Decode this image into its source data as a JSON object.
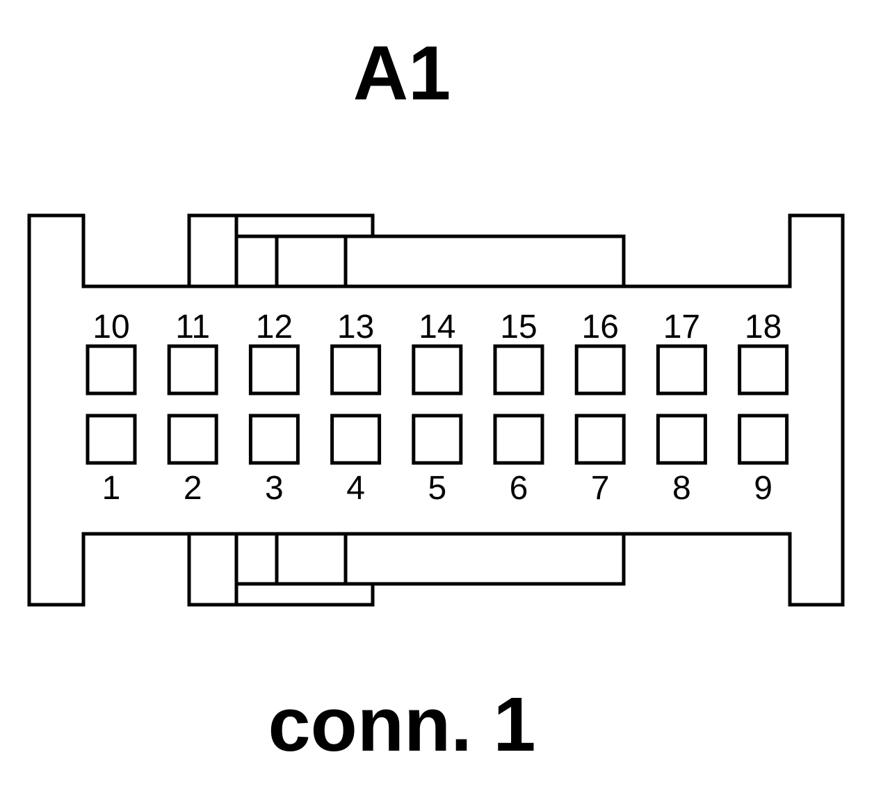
{
  "header": {
    "title": "A1"
  },
  "footer": {
    "caption": "conn. 1"
  },
  "pins": {
    "top_row": [
      "10",
      "11",
      "12",
      "13",
      "14",
      "15",
      "16",
      "17",
      "18"
    ],
    "bottom_row": [
      "1",
      "2",
      "3",
      "4",
      "5",
      "6",
      "7",
      "8",
      "9"
    ]
  },
  "colors": {
    "stroke": "#000000",
    "background": "#ffffff"
  }
}
